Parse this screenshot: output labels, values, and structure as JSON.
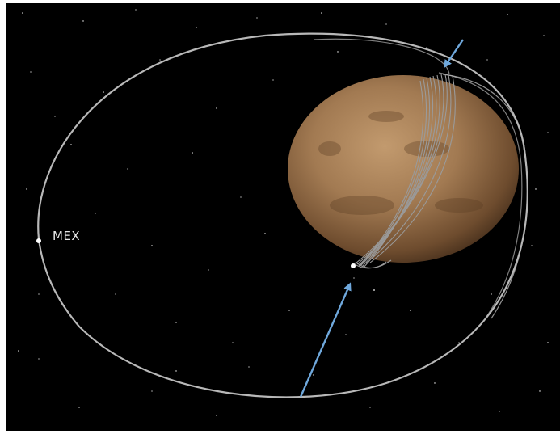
{
  "scene": {
    "spacecraft_label": "MEX",
    "colors": {
      "background": "#000000",
      "orbit": "#b8b8b8",
      "orbit_bundle": "#9a9a9a",
      "arrow": "#6fa8dc",
      "planet_light": "#b98f62",
      "planet_dark": "#3a2616"
    },
    "objects": [
      "stars",
      "mars-planet",
      "orbit-ellipse",
      "orbit-bundle",
      "pointer-arrow-top",
      "pointer-arrow-bottom",
      "mex-spacecraft-dot"
    ]
  }
}
